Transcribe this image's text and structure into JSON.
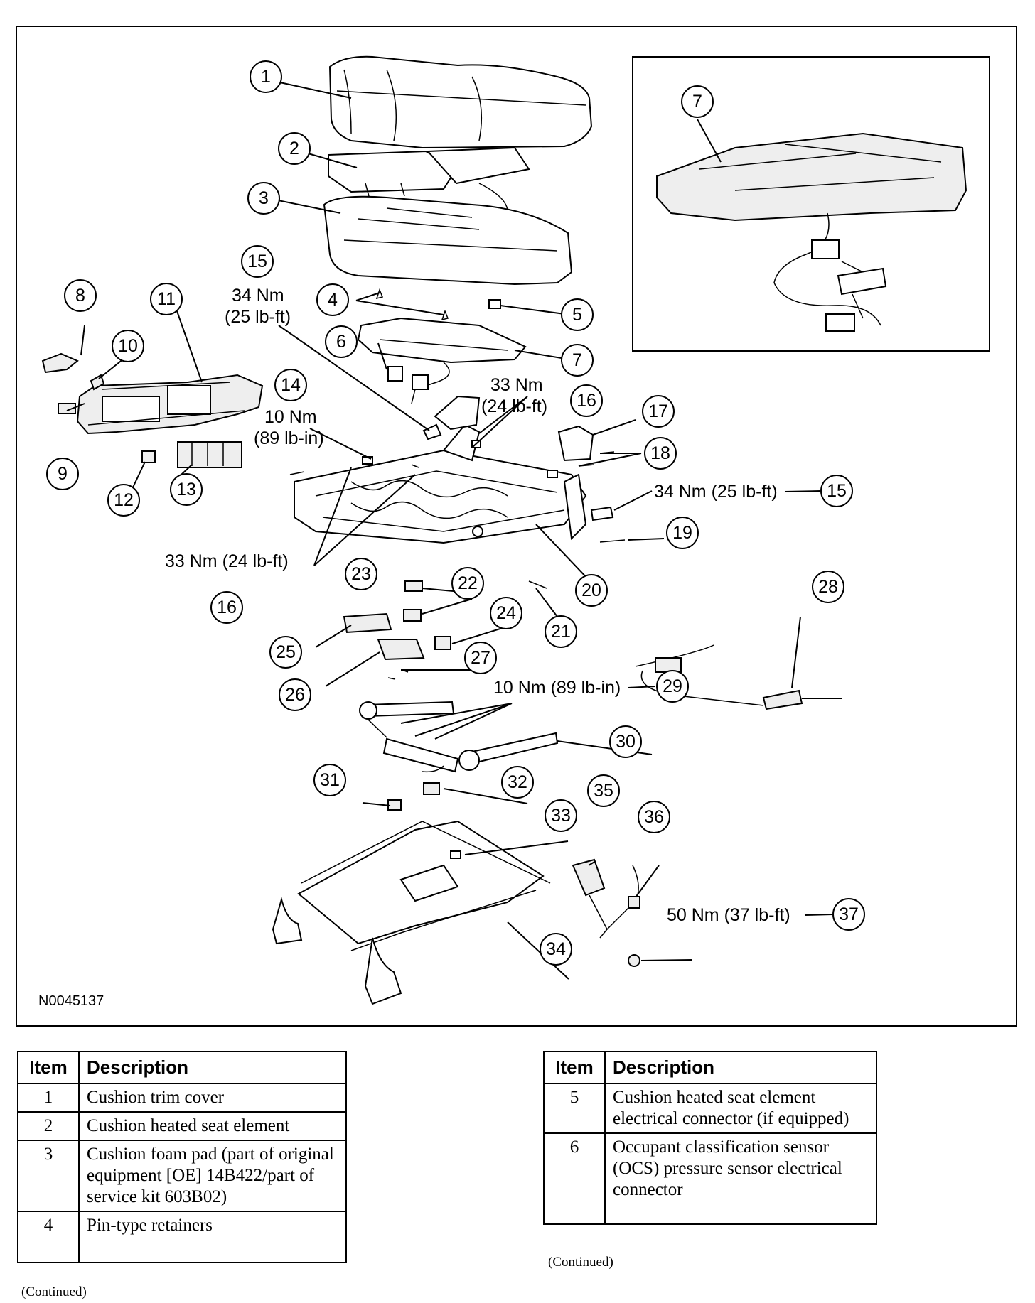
{
  "figure": {
    "code": "N0045137",
    "callouts": [
      "1",
      "2",
      "3",
      "4",
      "5",
      "6",
      "7",
      "7",
      "8",
      "9",
      "10",
      "11",
      "12",
      "13",
      "14",
      "15",
      "15",
      "16",
      "16",
      "17",
      "18",
      "19",
      "20",
      "21",
      "22",
      "23",
      "24",
      "25",
      "26",
      "27",
      "28",
      "29",
      "30",
      "31",
      "32",
      "33",
      "34",
      "35",
      "36",
      "37"
    ],
    "torque_labels": {
      "t15_top_nm": "34 Nm",
      "t15_top_lbft": "(25 lb-ft)",
      "t14_nm": "10 Nm",
      "t14_lbin": "(89 lb-in)",
      "t16_top_nm": "33 Nm",
      "t16_top_lbft": "(24 lb-ft)",
      "t15_side": "34 Nm (25 lb-ft)",
      "t16_bottom": "33 Nm (24 lb-ft)",
      "t29": "10 Nm (89 lb-in)",
      "t37": "50 Nm (37 lb-ft)"
    }
  },
  "tables": [
    {
      "headers": {
        "item": "Item",
        "description": "Description"
      },
      "rows": [
        {
          "item": "1",
          "description": "Cushion trim cover"
        },
        {
          "item": "2",
          "description": "Cushion heated seat element"
        },
        {
          "item": "3",
          "description": "Cushion foam pad (part of original equipment [OE] 14B422/part of service kit 603B02)"
        },
        {
          "item": "4",
          "description": "Pin-type retainers"
        }
      ],
      "footer": "(Continued)"
    },
    {
      "headers": {
        "item": "Item",
        "description": "Description"
      },
      "rows": [
        {
          "item": "5",
          "description": "Cushion heated seat element electrical connector (if equipped)"
        },
        {
          "item": "6",
          "description": "Occupant classification sensor (OCS) pressure sensor electrical connector"
        }
      ],
      "footer": "(Continued)"
    }
  ]
}
